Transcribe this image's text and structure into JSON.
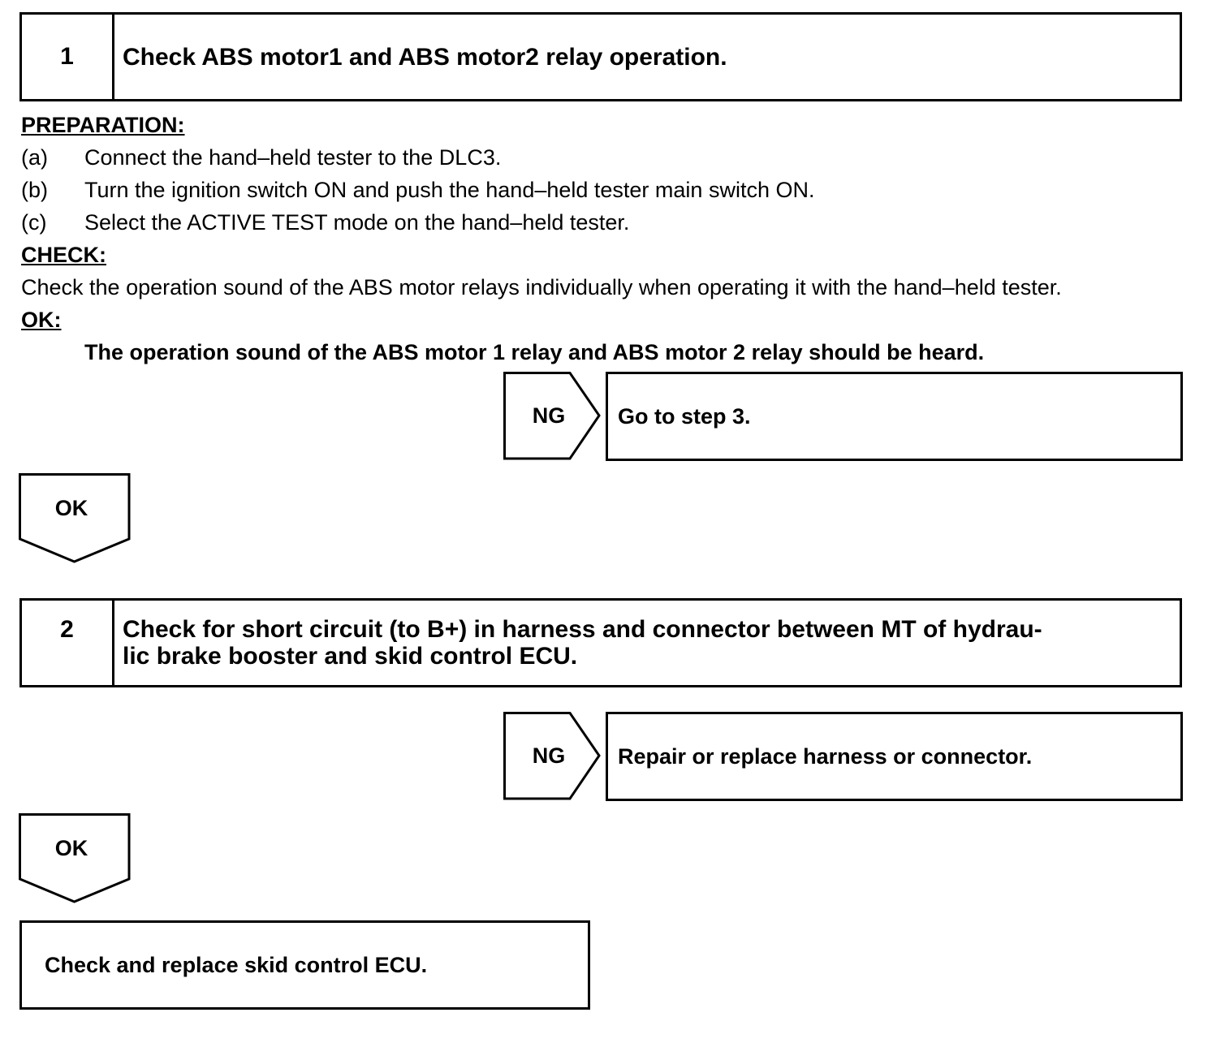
{
  "step1": {
    "number": "1",
    "title": "Check ABS motor1 and ABS motor2 relay operation.",
    "preparation_heading": "PREPARATION:",
    "preparation_items": [
      {
        "letter": "(a)",
        "text": "Connect the hand–held tester to the DLC3."
      },
      {
        "letter": "(b)",
        "text": "Turn the ignition switch ON and push the hand–held tester main switch ON."
      },
      {
        "letter": "(c)",
        "text": "Select the ACTIVE TEST mode on the hand–held tester."
      }
    ],
    "check_heading": "CHECK:",
    "check_text": "Check the operation sound of the ABS motor relays individually when operating it with the hand–held tester.",
    "ok_heading": "OK:",
    "ok_text": "The operation sound of the ABS motor 1 relay and ABS motor 2 relay should be heard.",
    "ng_label": "NG",
    "ng_action": "Go to step 3.",
    "ok_label": "OK"
  },
  "step2": {
    "number": "2",
    "title": "Check for short circuit (to B+) in harness and connector between MT of hydrau-lic brake booster and skid control ECU.",
    "title_line1": "Check for short circuit (to B+) in harness and connector between MT of hydrau-",
    "title_line2": "lic brake booster and skid control ECU.",
    "ng_label": "NG",
    "ng_action": "Repair or replace harness or connector.",
    "ok_label": "OK"
  },
  "final_action": "Check and replace skid control ECU."
}
